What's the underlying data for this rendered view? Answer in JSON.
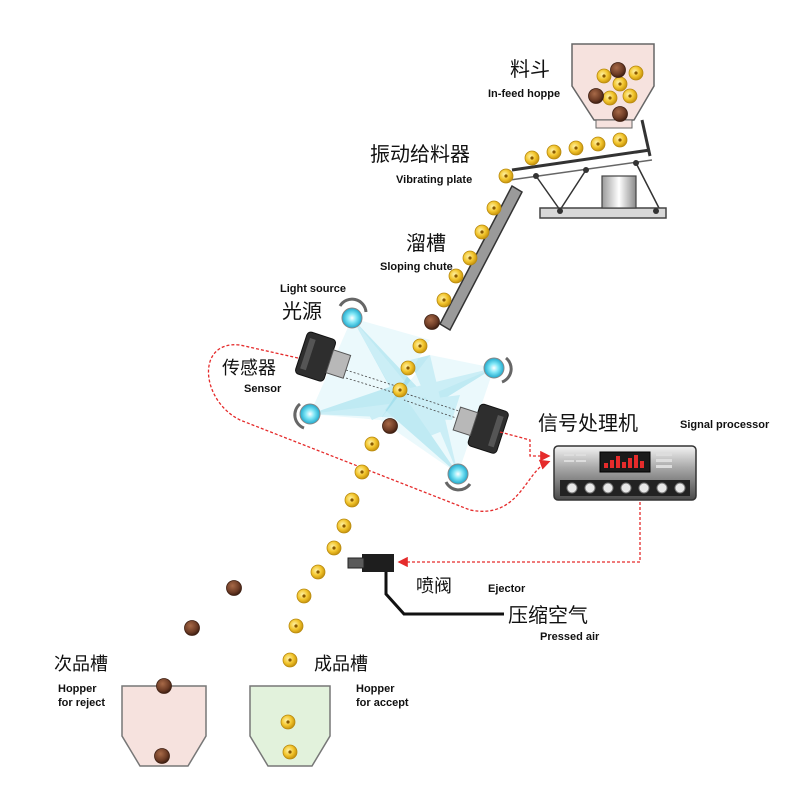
{
  "colors": {
    "grain_good": "#f2c42b",
    "grain_good_edge": "#b88a10",
    "grain_bad": "#6b3a24",
    "signal_line": "#e52b2b",
    "light_beam": "#5fc8e0",
    "lamp_core": "#38c8e8",
    "reject_hopper_fill": "#f6e2de",
    "accept_hopper_fill": "#e2f2dc",
    "feed_hopper_fill": "#f6e2de"
  },
  "labels": {
    "hopper": {
      "zh": "料斗",
      "en": "In-feed hoppe"
    },
    "vibrating_plate": {
      "zh": "振动给料器",
      "en": "Vibrating plate"
    },
    "chute": {
      "zh": "溜槽",
      "en": "Sloping chute"
    },
    "light_source": {
      "zh": "光源",
      "en": "Light source"
    },
    "sensor": {
      "zh": "传感器",
      "en": "Sensor"
    },
    "signal_processor": {
      "zh": "信号处理机",
      "en": "Signal processor"
    },
    "ejector": {
      "zh": "喷阀",
      "en": "Ejector"
    },
    "pressed_air": {
      "zh": "压缩空气",
      "en": "Pressed air"
    },
    "reject_hopper": {
      "zh": "次品槽",
      "en_line1": "Hopper",
      "en_line2": "for reject"
    },
    "accept_hopper": {
      "zh": "成品槽",
      "en_line1": "Hopper",
      "en_line2": "for accept"
    }
  },
  "icons": [
    "grain-icon",
    "lamp-icon",
    "camera-sensor-icon",
    "signal-processor-icon",
    "ejector-valve-icon"
  ]
}
